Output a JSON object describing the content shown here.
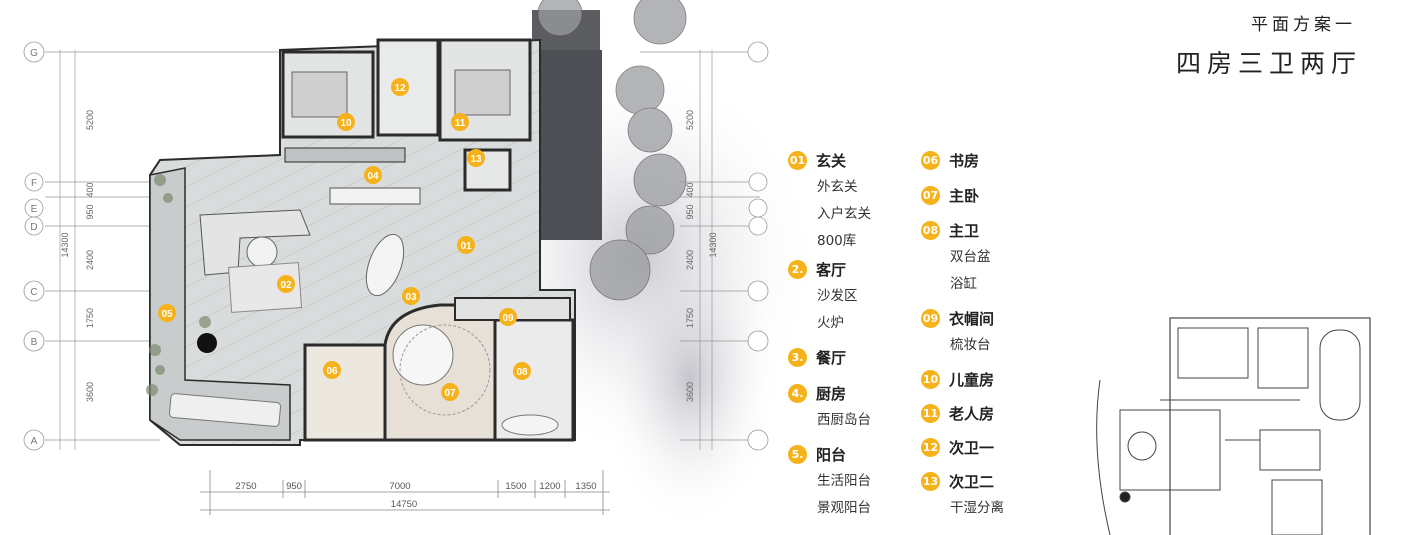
{
  "title": {
    "line1": "平面方案一",
    "line2": "四房三卫两厅"
  },
  "colors": {
    "accent": "#f5b21b",
    "wall": "#2b2b2b",
    "terrace": "#5a5c60",
    "floor": "#d7d9d9"
  },
  "legend_left": [
    {
      "num": "01",
      "name": "玄关",
      "subs": [
        "外玄关",
        "入户玄关",
        "800库"
      ]
    },
    {
      "num": "2.",
      "name": "客厅",
      "subs": [
        "沙发区",
        "火炉"
      ]
    },
    {
      "num": "3.",
      "name": "餐厅",
      "subs": []
    },
    {
      "num": "4.",
      "name": "厨房",
      "subs": [
        "西厨岛台"
      ]
    },
    {
      "num": "5.",
      "name": "阳台",
      "subs": [
        "生活阳台",
        "景观阳台"
      ]
    }
  ],
  "legend_right": [
    {
      "num": "06",
      "name": "书房",
      "subs": []
    },
    {
      "num": "07",
      "name": "主卧",
      "subs": []
    },
    {
      "num": "08",
      "name": "主卫",
      "subs": [
        "双台盆",
        "浴缸"
      ]
    },
    {
      "num": "09",
      "name": "衣帽间",
      "subs": [
        "梳妆台"
      ]
    },
    {
      "num": "10",
      "name": "儿童房",
      "subs": []
    },
    {
      "num": "11",
      "name": "老人房",
      "subs": []
    },
    {
      "num": "12",
      "name": "次卫一",
      "subs": []
    },
    {
      "num": "13",
      "name": "次卫二",
      "subs": [
        "干湿分离"
      ]
    }
  ],
  "plan_markers": [
    "01",
    "02",
    "03",
    "04",
    "05",
    "06",
    "07",
    "08",
    "09",
    "10",
    "11",
    "12",
    "13"
  ],
  "dims_bottom": [
    "2750",
    "950",
    "7000",
    "1500",
    "1200",
    "1350"
  ],
  "dim_total_bottom": "14750",
  "dims_left": [
    "5200",
    "400",
    "950",
    "2400",
    "1750",
    "3600"
  ],
  "dim_total_left": "14300",
  "dims_right": [
    "5200",
    "400",
    "950",
    "2400",
    "1750",
    "3600"
  ],
  "dim_total_right": "14300",
  "axis_labels": [
    "G",
    "F",
    "E",
    "D",
    "C",
    "B",
    "A"
  ]
}
